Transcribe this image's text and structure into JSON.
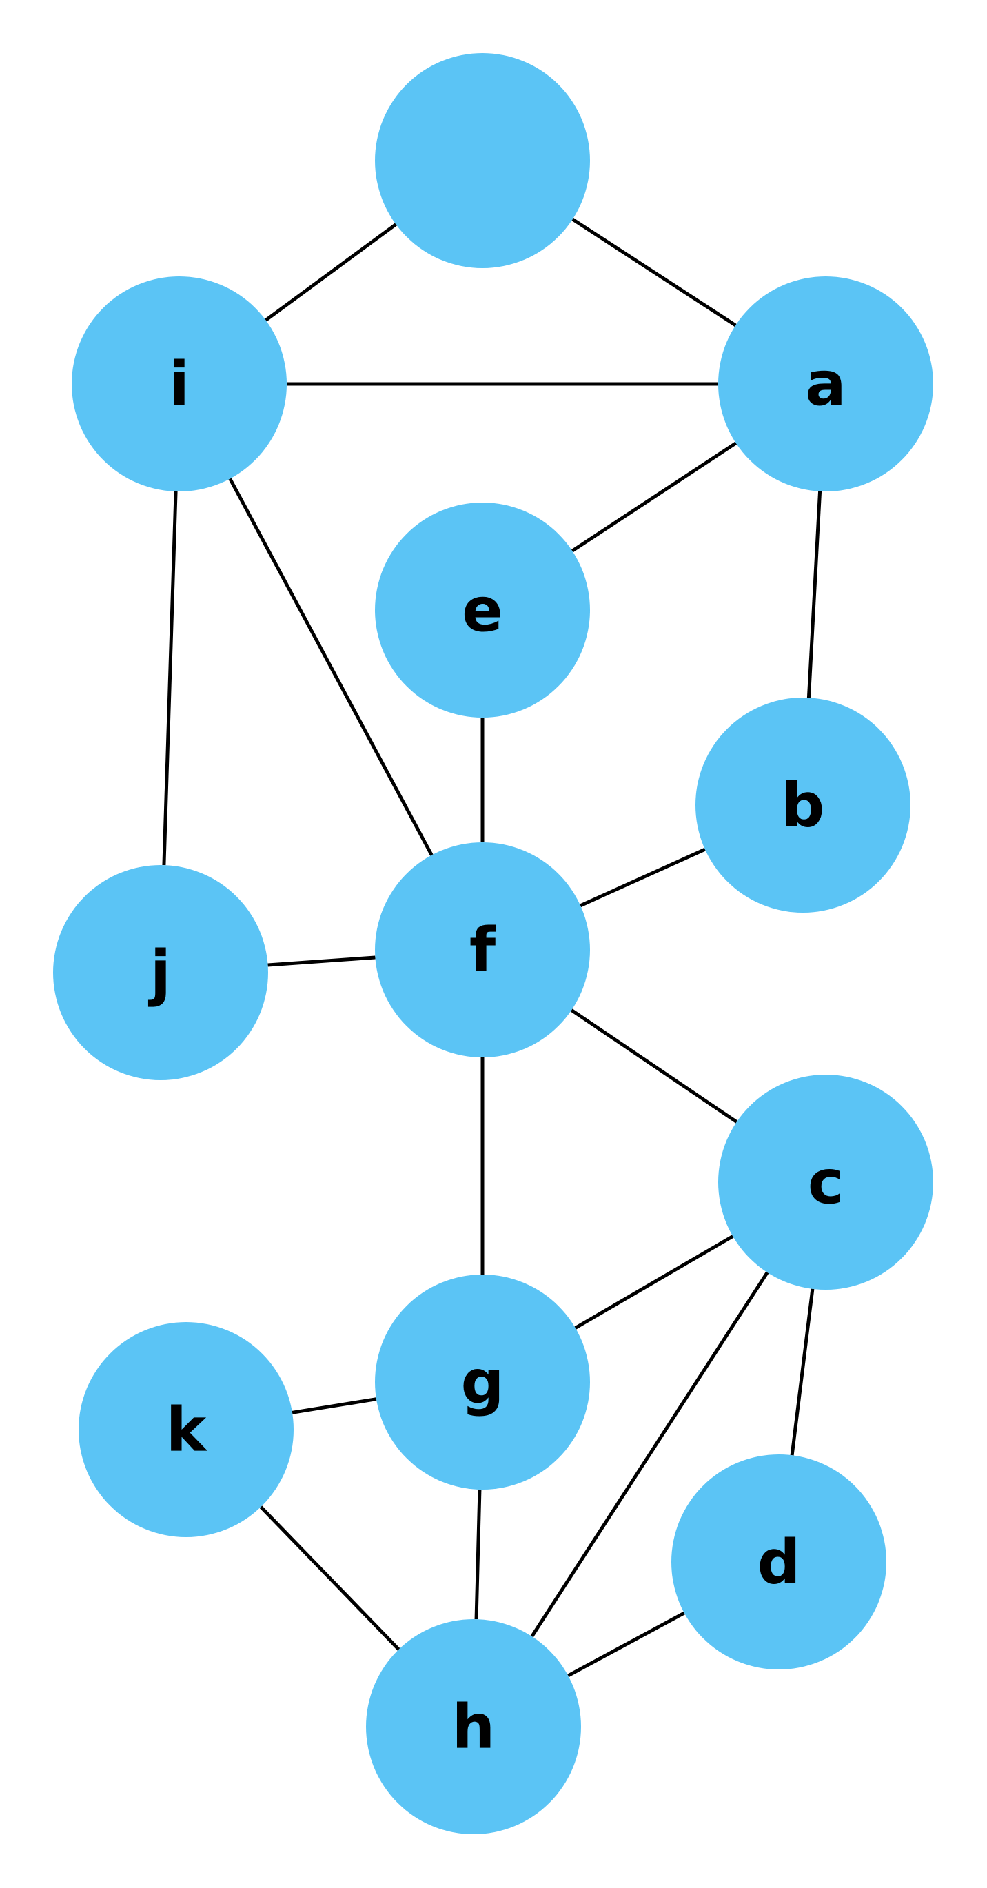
{
  "colors": {
    "node_fill": "#5BC4F5",
    "edge": "#000000",
    "label": "#000000",
    "background": "#FFFFFF"
  },
  "nodes": [
    {
      "id": "top",
      "label": ""
    },
    {
      "id": "a",
      "label": "a"
    },
    {
      "id": "b",
      "label": "b"
    },
    {
      "id": "c",
      "label": "c"
    },
    {
      "id": "d",
      "label": "d"
    },
    {
      "id": "e",
      "label": "e"
    },
    {
      "id": "f",
      "label": "f"
    },
    {
      "id": "g",
      "label": "g"
    },
    {
      "id": "h",
      "label": "h"
    },
    {
      "id": "i",
      "label": "i"
    },
    {
      "id": "j",
      "label": "j"
    },
    {
      "id": "k",
      "label": "k"
    }
  ],
  "edges": [
    [
      "i",
      "top"
    ],
    [
      "top",
      "a"
    ],
    [
      "i",
      "a"
    ],
    [
      "a",
      "e"
    ],
    [
      "a",
      "b"
    ],
    [
      "i",
      "f"
    ],
    [
      "i",
      "j"
    ],
    [
      "e",
      "f"
    ],
    [
      "b",
      "f"
    ],
    [
      "j",
      "f"
    ],
    [
      "f",
      "c"
    ],
    [
      "f",
      "g"
    ],
    [
      "c",
      "g"
    ],
    [
      "c",
      "h"
    ],
    [
      "c",
      "d"
    ],
    [
      "k",
      "g"
    ],
    [
      "k",
      "h"
    ],
    [
      "g",
      "h"
    ],
    [
      "d",
      "h"
    ]
  ]
}
